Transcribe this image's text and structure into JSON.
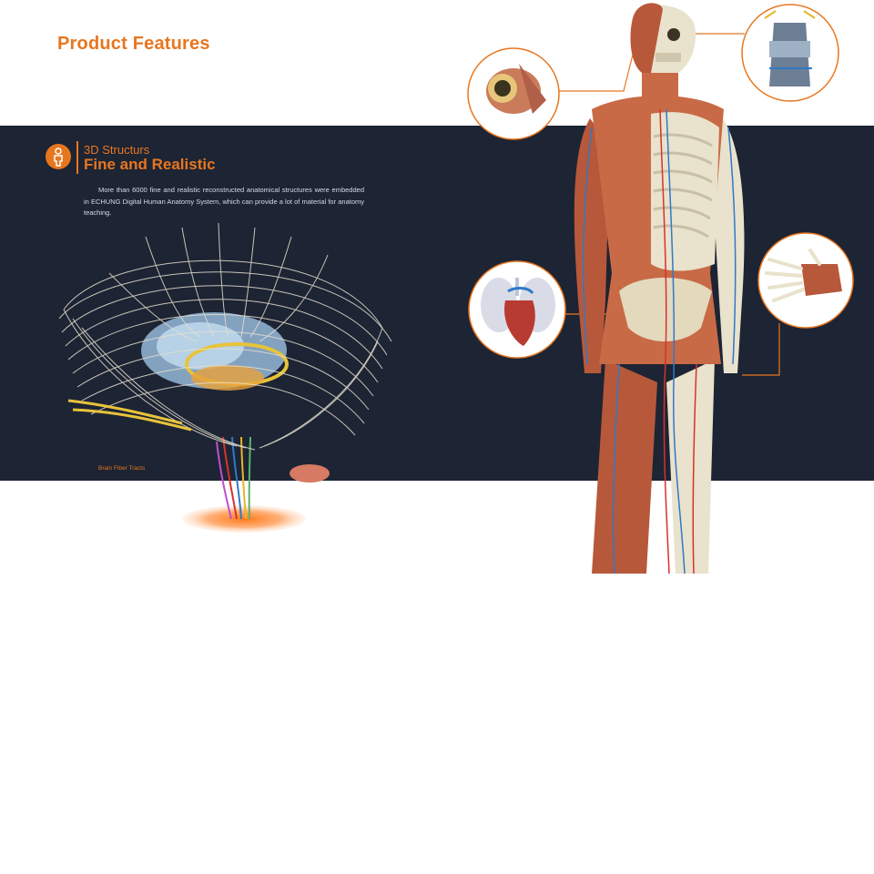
{
  "page": {
    "title": "Product Features"
  },
  "section": {
    "eyebrow": "3D Structurs",
    "heading": "Fine and Realistic",
    "body": "More than 6000 fine and realistic reconstructed anatomical structures were embedded in ECHUNG Digital Human Anatomy System, which can provide a lot of material for anatomy teaching.",
    "icon": "person-icon"
  },
  "figure": {
    "caption": "Brain Fiber Tracts"
  },
  "colors": {
    "accent": "#e8761f",
    "band": "#1d2434",
    "text_light": "#d7dbe4",
    "muscle": "#b8583a",
    "bone": "#e9e2cc",
    "artery": "#d7322c",
    "vein": "#2f79c9",
    "fiber": "#e6e1cf"
  },
  "callouts": [
    {
      "name": "eye-detail",
      "icon": "eye-icon"
    },
    {
      "name": "brain-bottom-detail",
      "icon": "brain-icon"
    },
    {
      "name": "heart-lung-detail",
      "icon": "heart-icon"
    },
    {
      "name": "hand-detail",
      "icon": "hand-icon"
    }
  ]
}
